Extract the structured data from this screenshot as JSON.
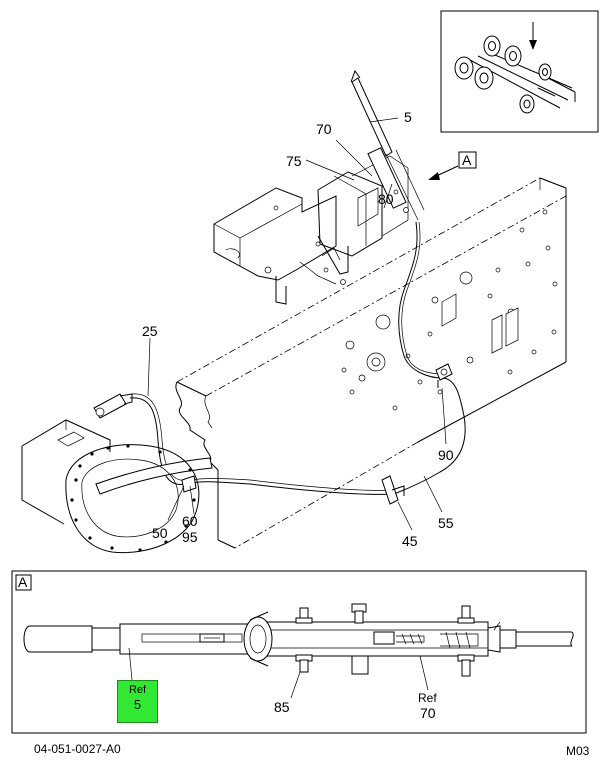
{
  "callouts": {
    "c5": "5",
    "c70": "70",
    "c75": "75",
    "c80": "80",
    "c25": "25",
    "c90": "90",
    "c50": "50",
    "c60": "60",
    "c95": "95",
    "c55": "55",
    "c45": "45",
    "c85": "85"
  },
  "view_tag": "A",
  "detail": {
    "tag": "A",
    "ref70_line1": "Ref",
    "ref70_line2": "70"
  },
  "ref_box": {
    "line1": "Ref",
    "line2": "5",
    "color": "#33e833"
  },
  "footer": {
    "drawing_number": "04-051-0027-A0",
    "sheet_code": "M03"
  }
}
